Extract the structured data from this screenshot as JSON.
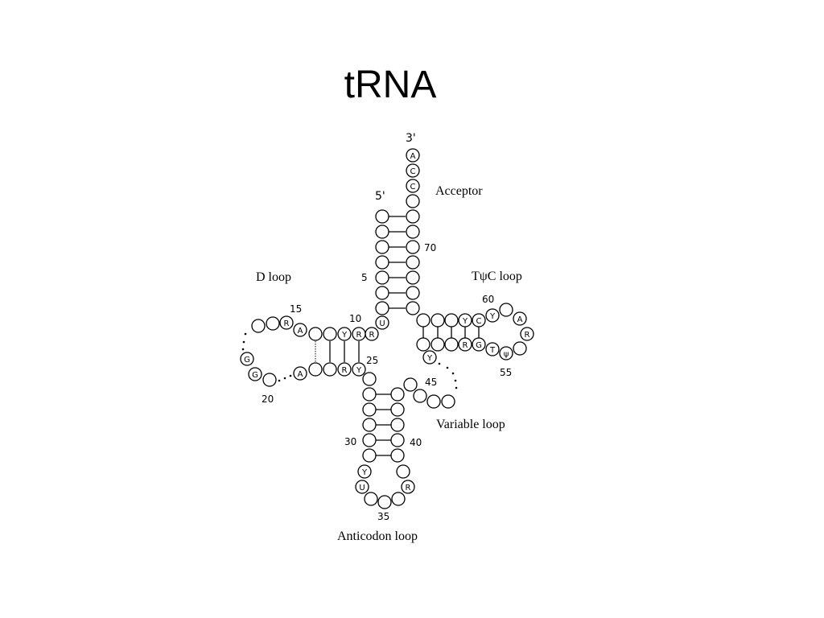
{
  "title": "tRNA",
  "ends": {
    "three_prime": "3'",
    "five_prime": "5'"
  },
  "labels": {
    "acceptor": "Acceptor",
    "d_loop": "D loop",
    "tpsic_loop": "TψC loop",
    "variable_loop": "Variable loop",
    "anticodon_loop": "Anticodon loop"
  },
  "position_numbers": [
    "5",
    "10",
    "15",
    "20",
    "25",
    "30",
    "35",
    "40",
    "45",
    "55",
    "60",
    "70"
  ],
  "base_letters": [
    "A",
    "C",
    "C",
    "U",
    "R",
    "R",
    "Y",
    "A",
    "R",
    "G",
    "G",
    "A",
    "R",
    "Y",
    "Y",
    "U",
    "R",
    "Y",
    "C",
    "Y",
    "A",
    "R",
    "ψ",
    "T",
    "G",
    "R",
    "Y"
  ],
  "colors": {
    "line": "#000000",
    "background": "#ffffff"
  }
}
